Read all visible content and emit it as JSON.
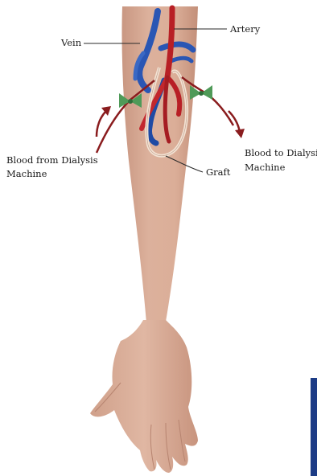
{
  "labels": {
    "vein": "Vein",
    "artery": "Artery",
    "blood_from_line1": "Blood from Dialysis",
    "blood_from_line2": "Machine",
    "blood_to_line1": "Blood to Dialysis",
    "blood_to_line2": "Machine",
    "graft": "Graft"
  },
  "colors": {
    "skin": "#d9ad97",
    "skin_shadow": "#c7957e",
    "vein": "#2a56b4",
    "artery": "#b81f25",
    "graft": "#f3e3d4",
    "clamp": "#4f9a58",
    "flow_arrow": "#8a1c1e",
    "corner_accent": "#1d3c86"
  },
  "icons": [
    "left-flow-arrow-icon",
    "right-flow-arrow-icon",
    "left-clamp-icon",
    "right-clamp-icon"
  ]
}
